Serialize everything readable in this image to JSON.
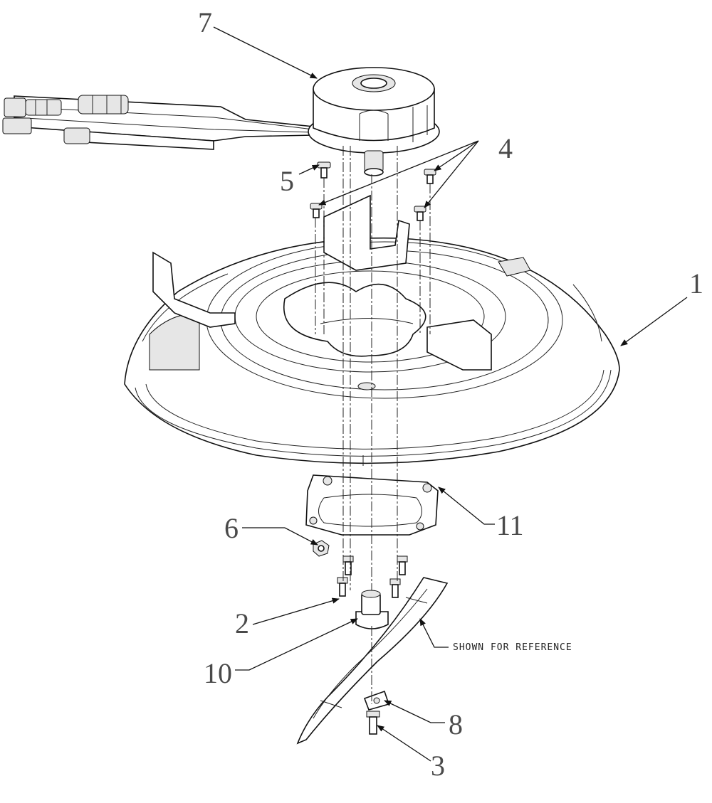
{
  "callouts": {
    "p1": "1",
    "p2": "2",
    "p3": "3",
    "p4": "4",
    "p5": "5",
    "p6": "6",
    "p7": "7",
    "p8": "8",
    "p10": "10",
    "p11": "11"
  },
  "note": "SHOWN FOR REFERENCE",
  "colors": {
    "line": "#111111",
    "callout_text": "#4a4a4a",
    "background": "#ffffff"
  }
}
